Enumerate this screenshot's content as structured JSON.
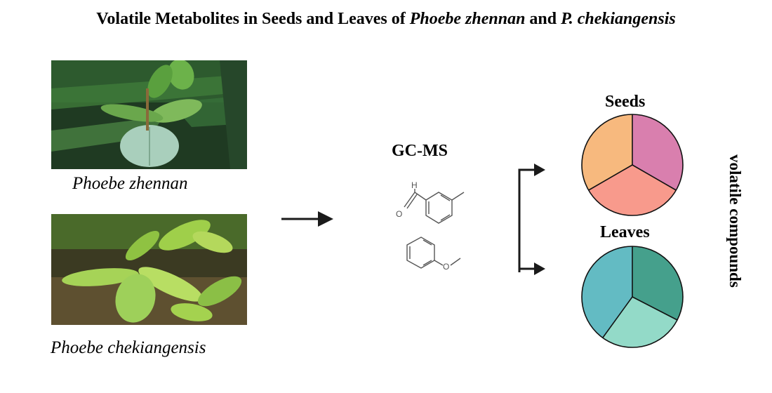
{
  "title": {
    "part1": "Volatile Metabolites in Seeds and Leaves  of ",
    "species1": "Phoebe zhennan",
    "and": " and ",
    "species2": "P. chekiangensis"
  },
  "species": [
    {
      "caption": "Phoebe zhennan",
      "photo": "phoebe-zhennan-plant-photo"
    },
    {
      "caption": "Phoebe chekiangensis",
      "photo": "phoebe-chekiangensis-plant-photo"
    }
  ],
  "method": {
    "label": "GC-MS",
    "molecule1_atoms": {
      "h": "H",
      "o": "O"
    },
    "molecule2_atoms": {
      "o": "O"
    }
  },
  "results": {
    "seeds": {
      "label": "Seeds",
      "colors": [
        "#f7b97e",
        "#d97fae",
        "#f89a8c"
      ]
    },
    "leaves": {
      "label": "Leaves",
      "colors": [
        "#45a08c",
        "#93dac8",
        "#63bbc3"
      ]
    },
    "side_label": "volatile compounds"
  },
  "colors": {
    "arrow": "#1a1a1a",
    "text": "#000000"
  }
}
